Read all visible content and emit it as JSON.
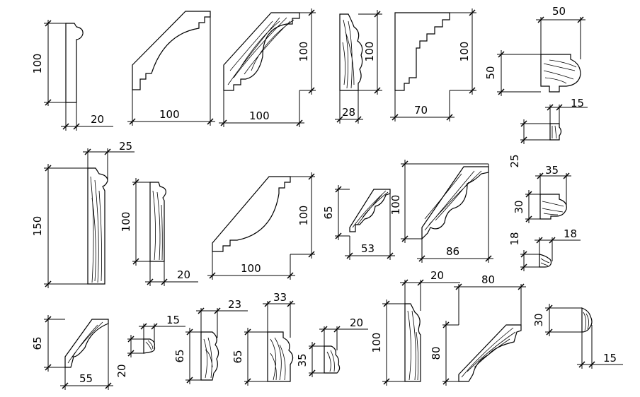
{
  "moldings": [
    {
      "id": "m1",
      "labels": [
        "100",
        "20"
      ]
    },
    {
      "id": "m2",
      "labels": [
        "100"
      ]
    },
    {
      "id": "m3",
      "labels": [
        "100",
        "100"
      ]
    },
    {
      "id": "m4",
      "labels": [
        "100",
        "28"
      ]
    },
    {
      "id": "m5",
      "labels": [
        "100",
        "70"
      ]
    },
    {
      "id": "m6",
      "labels": [
        "50",
        "50"
      ]
    },
    {
      "id": "m7",
      "labels": [
        "15",
        "25"
      ]
    },
    {
      "id": "m8",
      "labels": [
        "150",
        "25"
      ]
    },
    {
      "id": "m9",
      "labels": [
        "100",
        "20"
      ]
    },
    {
      "id": "m10",
      "labels": [
        "100",
        "100"
      ]
    },
    {
      "id": "m11",
      "labels": [
        "65",
        "53"
      ]
    },
    {
      "id": "m12",
      "labels": [
        "100",
        "86"
      ]
    },
    {
      "id": "m13",
      "labels": [
        "35",
        "30"
      ]
    },
    {
      "id": "m14",
      "labels": [
        "18",
        "18"
      ]
    },
    {
      "id": "m15",
      "labels": [
        "65",
        "55"
      ]
    },
    {
      "id": "m16",
      "labels": [
        "15",
        "20"
      ]
    },
    {
      "id": "m17",
      "labels": [
        "23",
        "65"
      ]
    },
    {
      "id": "m18",
      "labels": [
        "33",
        "65"
      ]
    },
    {
      "id": "m19",
      "labels": [
        "20",
        "35"
      ]
    },
    {
      "id": "m20",
      "labels": [
        "20",
        "100"
      ]
    },
    {
      "id": "m21",
      "labels": [
        "80",
        "80"
      ]
    },
    {
      "id": "m22",
      "labels": [
        "30",
        "15"
      ]
    }
  ]
}
